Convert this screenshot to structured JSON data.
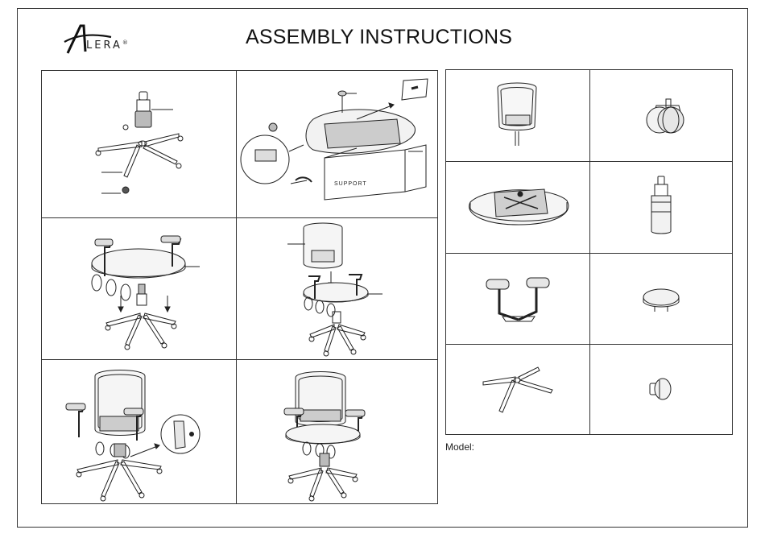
{
  "header": {
    "brand": "LERA",
    "brand_mark": "®",
    "title": "ASSEMBLY INSTRUCTIONS"
  },
  "steps": [
    {
      "id": 1,
      "icon": "base-with-casters-and-cylinder-icon"
    },
    {
      "id": 2,
      "icon": "seat-mechanism-on-support-box-icon"
    },
    {
      "id": 3,
      "icon": "seat-with-arms-onto-base-icon"
    },
    {
      "id": 4,
      "icon": "attach-backrest-icon"
    },
    {
      "id": 5,
      "icon": "tighten-screws-detail-icon"
    },
    {
      "id": 6,
      "icon": "assembled-chair-icon"
    }
  ],
  "parts": [
    {
      "id": "A",
      "icon": "mesh-backrest-icon"
    },
    {
      "id": "B",
      "icon": "caster-wheel-icon"
    },
    {
      "id": "C",
      "icon": "seat-with-mechanism-icon"
    },
    {
      "id": "D",
      "icon": "gas-cylinder-icon"
    },
    {
      "id": "E",
      "icon": "armrests-icon"
    },
    {
      "id": "F",
      "icon": "cylinder-cover-cap-icon"
    },
    {
      "id": "G",
      "icon": "five-star-base-icon"
    },
    {
      "id": "H",
      "icon": "knob-icon"
    }
  ],
  "support_label": "SUPPORT",
  "footer": {
    "model_label": "Model:"
  }
}
